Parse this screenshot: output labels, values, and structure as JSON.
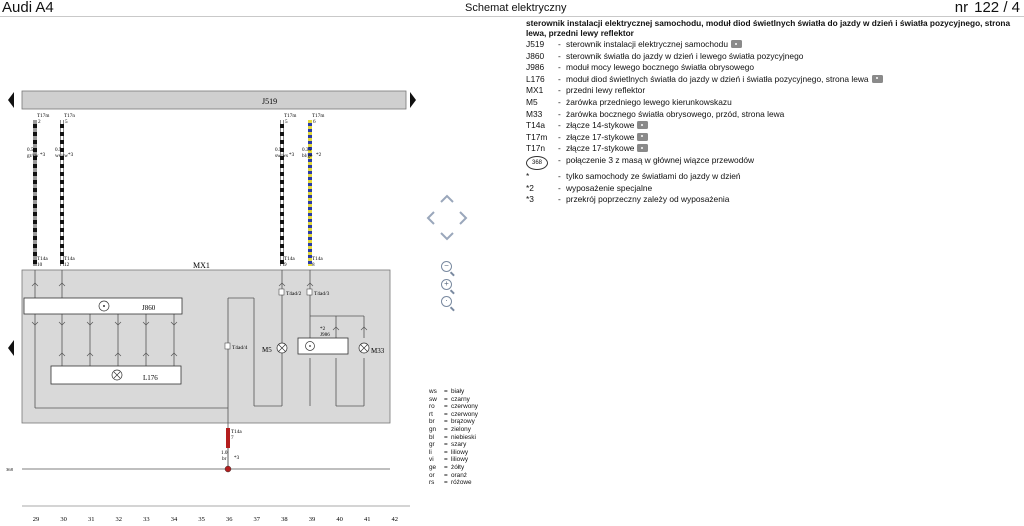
{
  "header": {
    "app_title": "Audi A4",
    "center_title": "Schemat elektryczny",
    "nr_label": "nr",
    "page_number": "122 / 4"
  },
  "description": "sterownik instalacji elektrycznej samochodu, moduł diod świetlnych światła do jazdy w dzień i światła pozycyjnego, strona lewa, przedni lewy reflektor",
  "legend": [
    {
      "code": "J519",
      "text": "sterownik instalacji elektrycznej samochodu",
      "camera": true
    },
    {
      "code": "J860",
      "text": "sterownik światła do jazdy w dzień i lewego światła pozycyjnego",
      "camera": false
    },
    {
      "code": "J986",
      "text": "moduł mocy lewego bocznego światła obrysowego",
      "camera": false
    },
    {
      "code": "L176",
      "text": "moduł diod świetlnych światła do jazdy w dzień i światła pozycyjnego, strona lewa",
      "camera": true
    },
    {
      "code": "MX1",
      "text": "przedni lewy reflektor",
      "camera": false
    },
    {
      "code": "M5",
      "text": "żarówka przedniego lewego kierunkowskazu",
      "camera": false
    },
    {
      "code": "M33",
      "text": "żarówka bocznego światła obrysowego, przód, strona lewa",
      "camera": false
    },
    {
      "code": "T14a",
      "text": "złącze 14-stykowe",
      "camera": true
    },
    {
      "code": "T17m",
      "text": "złącze 17-stykowe",
      "camera": true
    },
    {
      "code": "T17n",
      "text": "złącze 17-stykowe",
      "camera": true
    }
  ],
  "legend_ground": {
    "badge": "368",
    "text": "połączenie 3 z masą w głównej wiązce przewodów"
  },
  "legend_notes": [
    {
      "code": "*",
      "text": "tylko samochody ze światłami do jazdy w dzień"
    },
    {
      "code": "*2",
      "text": "wyposażenie specjalne"
    },
    {
      "code": "*3",
      "text": "przekrój poprzeczny zależy od wyposażenia"
    }
  ],
  "color_codes": [
    {
      "code": "ws",
      "name": "biały"
    },
    {
      "code": "sw",
      "name": "czarny"
    },
    {
      "code": "ro",
      "name": "czerwony"
    },
    {
      "code": "rt",
      "name": "czerwony"
    },
    {
      "code": "br",
      "name": "brązowy"
    },
    {
      "code": "gn",
      "name": "zielony"
    },
    {
      "code": "bl",
      "name": "niebieski"
    },
    {
      "code": "gr",
      "name": "szary"
    },
    {
      "code": "li",
      "name": "liliowy"
    },
    {
      "code": "vi",
      "name": "liliowy"
    },
    {
      "code": "ge",
      "name": "żółty"
    },
    {
      "code": "or",
      "name": "oranż"
    },
    {
      "code": "rs",
      "name": "różowe"
    }
  ],
  "diagram": {
    "j519_label": "J519",
    "mx1_label": "MX1",
    "j860_label": "J860",
    "l176_label": "L176",
    "j986_label": "J986",
    "m5_label": "M5",
    "m33_label": "M33",
    "ground_label": "368",
    "top_connectors": [
      {
        "name": "T17m",
        "pin": "2",
        "size": "0.5",
        "color": "gr/sw",
        "note": "*3"
      },
      {
        "name": "T17n",
        "pin": "5",
        "size": "0.5",
        "color": "ws/sw",
        "note": "*3"
      },
      {
        "name": "T17m",
        "pin": "5",
        "size": "0.5",
        "color": "sw/ws",
        "note": "*3"
      },
      {
        "name": "T17m",
        "pin": "6",
        "size": "0.35",
        "color": "bl/ge",
        "note": "*2"
      }
    ],
    "mid_connectors": [
      {
        "name": "T14a",
        "pin": "10"
      },
      {
        "name": "T14a",
        "pin": "12"
      },
      {
        "name": "T14a",
        "pin": "9"
      },
      {
        "name": "T14a",
        "pin": "8"
      }
    ],
    "inner_connectors": [
      "T4ad/2",
      "T4ad/3",
      "T4ad/4"
    ],
    "j986_note": "*2",
    "bottom_connector": {
      "name": "T14a",
      "pin": "7",
      "size": "1.0",
      "color": "br",
      "note": "*3"
    },
    "columns": [
      "29",
      "30",
      "31",
      "32",
      "33",
      "34",
      "35",
      "36",
      "37",
      "38",
      "39",
      "40",
      "41",
      "42"
    ]
  },
  "navigation": {
    "zoom_out_symbol": "−",
    "zoom_in_symbol": "+",
    "zoom_fit_symbol": "·"
  },
  "colors": {
    "housing": "#d9d9d9",
    "bus_bar": "#cfcfcf",
    "wire_blue": "#2a3ba8",
    "wire_yellow": "#e3d93a",
    "wire_brown": "#b41e1e"
  }
}
